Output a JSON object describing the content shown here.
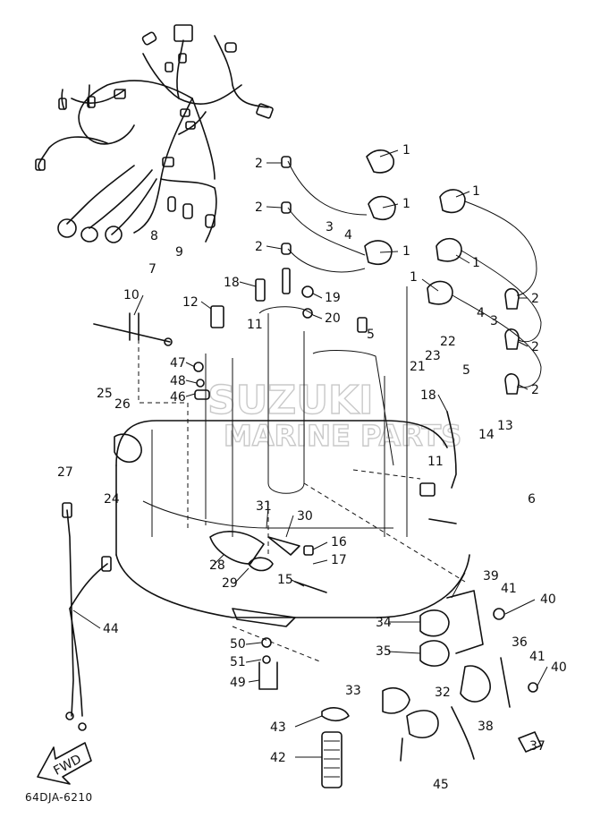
{
  "diagram_code": "64DJA-6210",
  "watermark": {
    "line1": "SUZUKI",
    "line2": "MARINE PARTS"
  },
  "fwd_arrow": "FWD",
  "callouts": {
    "n1": "1",
    "n2": "2",
    "n3": "3",
    "n4": "4",
    "n5": "5",
    "n6": "6",
    "n7": "7",
    "n8": "8",
    "n9": "9",
    "n10": "10",
    "n11": "11",
    "n12": "12",
    "n13": "13",
    "n14": "14",
    "n15": "15",
    "n16": "16",
    "n17": "17",
    "n18": "18",
    "n19": "19",
    "n20": "20",
    "n21": "21",
    "n22": "22",
    "n23": "23",
    "n24": "24",
    "n25": "25",
    "n26": "26",
    "n27": "27",
    "n28": "28",
    "n29": "29",
    "n30": "30",
    "n31": "31",
    "n32": "32",
    "n33": "33",
    "n34": "34",
    "n35": "35",
    "n36": "36",
    "n37": "37",
    "n38": "38",
    "n39": "39",
    "n40": "40",
    "n41": "41",
    "n42": "42",
    "n43": "43",
    "n44": "44",
    "n45": "45",
    "n46": "46",
    "n47": "47",
    "n48": "48",
    "n49": "49",
    "n50": "50",
    "n51": "51"
  }
}
